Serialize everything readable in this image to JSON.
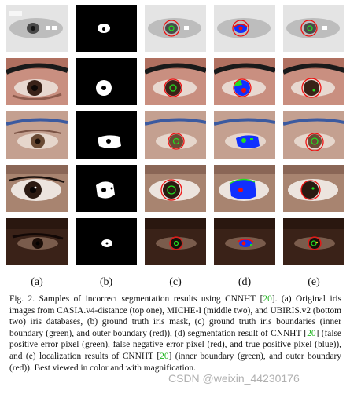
{
  "column_labels": [
    "(a)",
    "(b)",
    "(c)",
    "(d)",
    "(e)"
  ],
  "caption": {
    "part1": "Fig. 2.  Samples of incorrect segmentation results using CNNHT [",
    "cite1": "20",
    "part2": "]. (a) Original iris images from CASIA.v4-distance (top one), MICHE-I (middle two), and UBIRIS.v2 (bottom two) iris databases, (b) ground truth iris mask, (c) ground truth iris boundaries (inner boundary (green), and outer boundary (red)), (d) segmentation result of CNNHT [",
    "cite2": "20",
    "part3": "] (false positive error pixel (green), false negative error pixel (red), and true positive pixel (blue)), and (e) localization results of CNNHT [",
    "cite3": "20",
    "part4": "] (inner boundary (green), and outer boundary (red)). Best viewed in color and with magnification."
  },
  "watermark": "CSDN @weixin_44230176",
  "colors": {
    "inner_boundary": "#22dd22",
    "outer_boundary": "#ee1111",
    "true_positive": "#1030ff",
    "citation": "#19b319"
  },
  "rows": [
    {
      "row": 1,
      "dataset": "CASIA.v4-distance"
    },
    {
      "row": 2,
      "dataset": "MICHE-I"
    },
    {
      "row": 3,
      "dataset": "MICHE-I"
    },
    {
      "row": 4,
      "dataset": "UBIRIS.v2"
    },
    {
      "row": 5,
      "dataset": "UBIRIS.v2"
    }
  ]
}
